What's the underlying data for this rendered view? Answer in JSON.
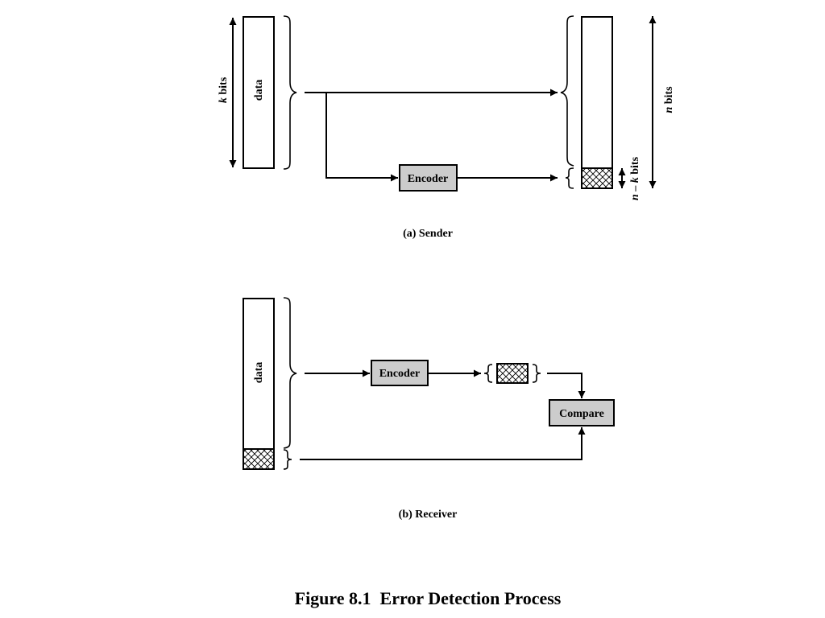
{
  "sender": {
    "data_label": "data",
    "k_bits_label": [
      {
        "text": "k",
        "italic": true
      },
      {
        "text": " bits",
        "italic": false
      }
    ],
    "n_bits_label": [
      {
        "text": "n",
        "italic": true
      },
      {
        "text": " bits",
        "italic": false
      }
    ],
    "nk_bits_label": [
      {
        "text": "n",
        "italic": true
      },
      {
        "text": " – ",
        "italic": false
      },
      {
        "text": "k",
        "italic": true
      },
      {
        "text": " bits",
        "italic": false
      }
    ],
    "encoder_label": "Encoder",
    "caption": "(a) Sender"
  },
  "receiver": {
    "data_label": "data",
    "encoder_label": "Encoder",
    "compare_label": "Compare",
    "caption": "(b) Receiver"
  },
  "figure_title": "Figure 8.1  Error Detection Process",
  "colors": {
    "box_fill": "#cccccc",
    "line": "#000000",
    "background": "#ffffff"
  }
}
